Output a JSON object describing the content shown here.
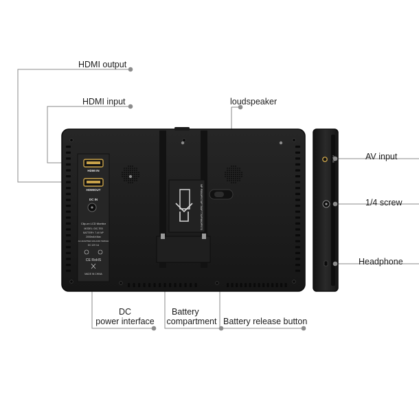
{
  "callouts": {
    "hdmi_output": "HDMI output",
    "hdmi_input": "HDMI input",
    "loudspeaker": "loudspeaker",
    "av_input": "AV input",
    "screw": "1/4 screw",
    "headphone": "Headphone",
    "dc_power_line1": "DC",
    "dc_power_line2": "power interface",
    "battery_comp_line1": "Battery",
    "battery_comp_line2": "compartment",
    "battery_release": "Battery release button"
  },
  "device_labels": {
    "hdmi_in": "HDMI IN",
    "hdmi_out": "HDMIOUT",
    "dc_in": "DC IN",
    "product_name": "Clip-on LCD Monitor",
    "model": "MODEL: DIC-7E8",
    "battery": "BATTERY: 7.4V NP",
    "capacity": "2000mAh Max",
    "adapter": "AC ADAPTER:100-240V 50/60Hz",
    "output": "DC 12V 1A",
    "ce_rohs": "CE RoHS",
    "made_in": "MADE IN CHINA",
    "battery_models": "NP F550/F570/F750/F770/F960/F970",
    "side_av": "AV IN"
  },
  "colors": {
    "body": "#1c1c1c",
    "body_edge": "#0c0c0c",
    "plate": "#2a2a2a",
    "leader": "#8a8a8a",
    "dot": "#8c8c8c",
    "hdmi_gold": "#c8a24a"
  }
}
